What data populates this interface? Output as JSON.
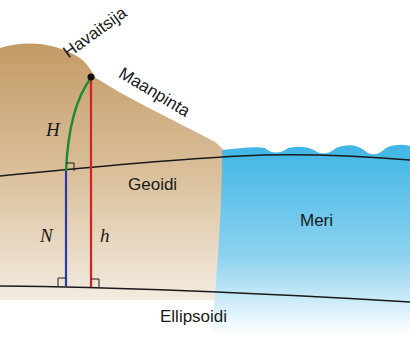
{
  "diagram": {
    "labels": [
      "Havaitsija",
      "Maanpinta",
      "H",
      "Geoidi",
      "N",
      "h",
      "Meri",
      "Ellipsoidi"
    ]
  }
}
